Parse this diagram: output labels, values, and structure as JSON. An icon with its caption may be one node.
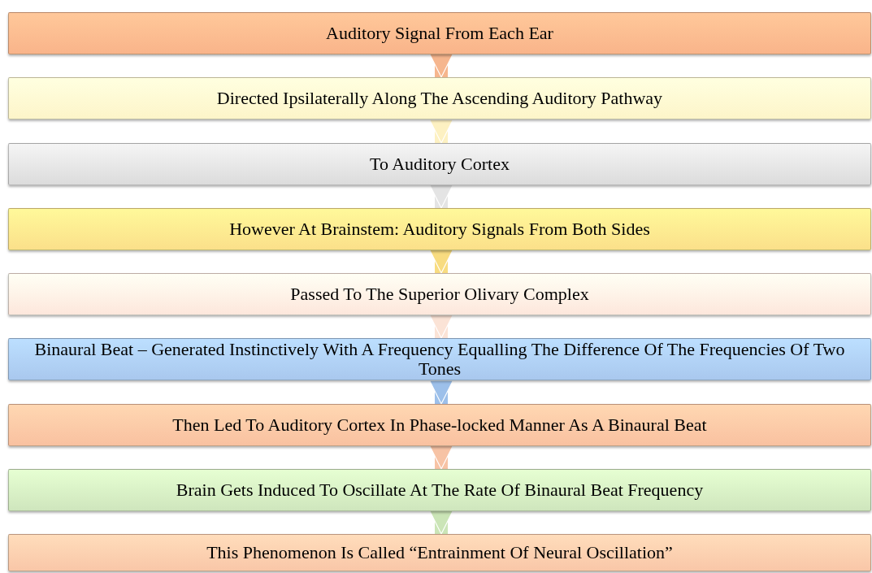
{
  "diagram": {
    "nodes": [
      {
        "text": [
          "Auditory Signal From Each Ear"
        ]
      },
      {
        "text": [
          "Directed Ipsilaterally Along The Ascending Auditory Pathway"
        ]
      },
      {
        "text": [
          "To Auditory Cortex"
        ]
      },
      {
        "text": [
          "However At Brainstem: Auditory Signals From Both Sides"
        ]
      },
      {
        "text": [
          "Passed To The Superior Olivary Complex"
        ]
      },
      {
        "text": [
          "Binaural Beat – Generated Instinctively With A Frequency Equalling The Difference Of The Frequencies Of Two Tones"
        ]
      },
      {
        "text": [
          "Then Led To Auditory Cortex In Phase-locked Manner As A Binaural Beat"
        ]
      },
      {
        "text": [
          "Brain Gets Induced To Oscillate At The Rate Of Binaural Beat Frequency"
        ]
      },
      {
        "text": [
          "This Phenomenon Is Called “Entrainment Of Neural Oscillation”"
        ]
      }
    ],
    "edges": [
      {
        "from": 0,
        "to": 1,
        "arrow": "to",
        "color": "#f6b68e"
      },
      {
        "from": 1,
        "to": 2,
        "arrow": "to",
        "color": "#fdf1c2"
      },
      {
        "from": 2,
        "to": 3,
        "arrow": "to",
        "color": "#e4e4e4"
      },
      {
        "from": 3,
        "to": 4,
        "arrow": "to",
        "color": "#f8dc80"
      },
      {
        "from": 4,
        "to": 5,
        "arrow": "to",
        "color": "#fbe3d6"
      },
      {
        "from": 5,
        "to": 6,
        "arrow": "to",
        "color": "#9dc0ea"
      },
      {
        "from": 6,
        "to": 7,
        "arrow": "to",
        "color": "#f7c3a5"
      },
      {
        "from": 7,
        "to": 8,
        "arrow": "to",
        "color": "#cbe5b7"
      }
    ]
  }
}
